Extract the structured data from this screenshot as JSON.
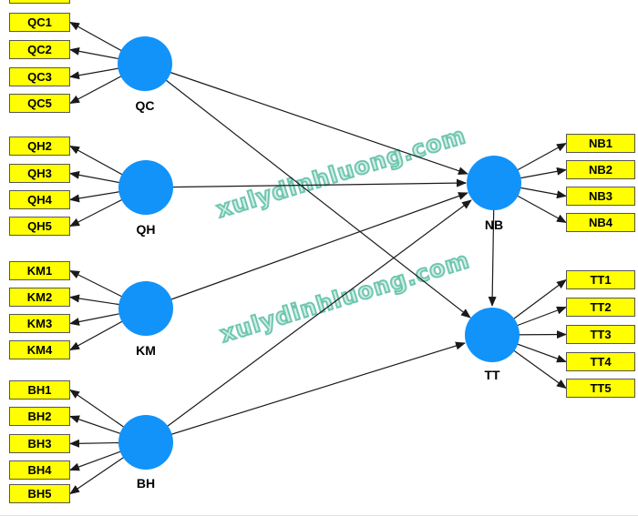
{
  "model": {
    "qc": {
      "label": "QC",
      "indicators": [
        "QC1",
        "QC2",
        "QC3",
        "QC5"
      ]
    },
    "qh": {
      "label": "QH",
      "indicators": [
        "QH2",
        "QH3",
        "QH4",
        "QH5"
      ]
    },
    "km": {
      "label": "KM",
      "indicators": [
        "KM1",
        "KM2",
        "KM3",
        "KM4"
      ]
    },
    "bh": {
      "label": "BH",
      "indicators": [
        "BH1",
        "BH2",
        "BH3",
        "BH4",
        "BH5"
      ]
    },
    "nb": {
      "label": "NB",
      "indicators": [
        "NB1",
        "NB2",
        "NB3",
        "NB4"
      ]
    },
    "tt": {
      "label": "TT",
      "indicators": [
        "TT1",
        "TT2",
        "TT3",
        "TT4",
        "TT5"
      ]
    }
  },
  "structural_paths": [
    {
      "from": "QC",
      "to": "NB"
    },
    {
      "from": "QC",
      "to": "TT"
    },
    {
      "from": "QH",
      "to": "NB"
    },
    {
      "from": "KM",
      "to": "NB"
    },
    {
      "from": "BH",
      "to": "NB"
    },
    {
      "from": "BH",
      "to": "TT"
    },
    {
      "from": "NB",
      "to": "TT"
    }
  ],
  "watermark": {
    "text": "xulydinhluong.com",
    "color": "#48b799",
    "instances": 2
  },
  "colors": {
    "indicator_fill": "#ffff00",
    "indicator_border": "#565656",
    "construct_fill": "#1193fa",
    "arrow": "#1a1a1a",
    "background": "#ffffff"
  }
}
